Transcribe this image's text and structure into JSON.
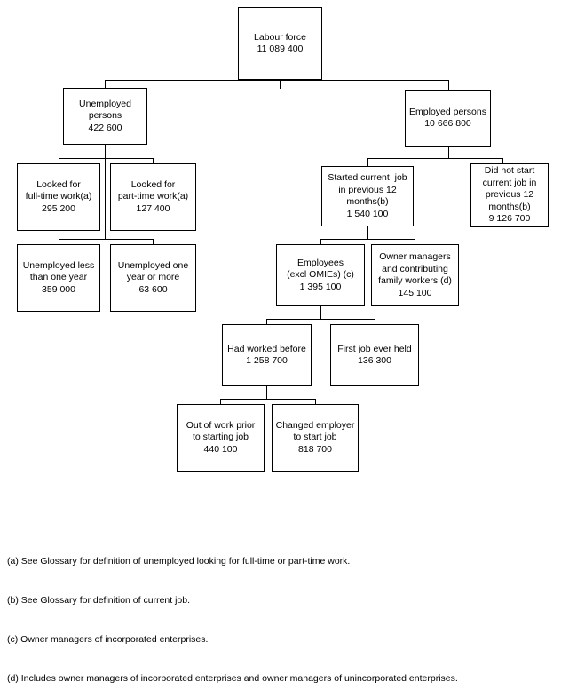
{
  "chart_data": {
    "type": "diagram",
    "title": "",
    "diagram_kind": "hierarchy-tree",
    "nodes": [
      {
        "id": "labour-force",
        "lines": [
          "Labour force",
          "11 089 400"
        ],
        "value": 11089400,
        "level": 0
      },
      {
        "id": "unemployed-persons",
        "lines": [
          "Unemployed",
          "persons",
          "422 600"
        ],
        "value": 422600,
        "level": 1
      },
      {
        "id": "employed-persons",
        "lines": [
          "Employed persons",
          "10 666 800"
        ],
        "value": 10666800,
        "level": 1
      },
      {
        "id": "looked-full-time",
        "lines": [
          "Looked for",
          "full-time work(a)",
          "295 200"
        ],
        "value": 295200,
        "level": 2
      },
      {
        "id": "looked-part-time",
        "lines": [
          "Looked for",
          "part-time work(a)",
          "127 400"
        ],
        "value": 127400,
        "level": 2
      },
      {
        "id": "unemployed-less-one-year",
        "lines": [
          "Unemployed less",
          "than one year",
          "359 000"
        ],
        "value": 359000,
        "level": 3
      },
      {
        "id": "unemployed-one-year-or-more",
        "lines": [
          "Unemployed one",
          "year or more",
          "63 600"
        ],
        "value": 63600,
        "level": 3
      },
      {
        "id": "started-current-job",
        "lines": [
          "Started current  job",
          "in previous 12",
          "months(b)",
          "1 540 100"
        ],
        "value": 1540100,
        "level": 2
      },
      {
        "id": "did-not-start-current-job",
        "lines": [
          "Did not start",
          "current job in",
          "previous 12",
          "months(b)",
          "9 126 700"
        ],
        "value": 9126700,
        "level": 2
      },
      {
        "id": "employees",
        "lines": [
          "Employees",
          "(excl OMIEs) (c)",
          "1 395 100"
        ],
        "value": 1395100,
        "level": 3
      },
      {
        "id": "owner-managers",
        "lines": [
          "Owner managers",
          "and contributing",
          "family workers (d)",
          "145 100"
        ],
        "value": 145100,
        "level": 3
      },
      {
        "id": "had-worked-before",
        "lines": [
          "Had worked before",
          "1 258 700"
        ],
        "value": 1258700,
        "level": 4
      },
      {
        "id": "first-job-ever-held",
        "lines": [
          "First job ever held",
          "136 300"
        ],
        "value": 136300,
        "level": 4
      },
      {
        "id": "out-of-work-prior",
        "lines": [
          "Out of work prior",
          "to starting job",
          "440 100"
        ],
        "value": 440100,
        "level": 5
      },
      {
        "id": "changed-employer",
        "lines": [
          "Changed employer",
          "to start job",
          "818 700"
        ],
        "value": 818700,
        "level": 5
      }
    ],
    "edges": [
      {
        "from": "labour-force",
        "to": "unemployed-persons"
      },
      {
        "from": "labour-force",
        "to": "employed-persons"
      },
      {
        "from": "unemployed-persons",
        "to": "looked-full-time"
      },
      {
        "from": "unemployed-persons",
        "to": "looked-part-time"
      },
      {
        "from": "unemployed-persons",
        "to": "unemployed-less-one-year"
      },
      {
        "from": "unemployed-persons",
        "to": "unemployed-one-year-or-more"
      },
      {
        "from": "employed-persons",
        "to": "started-current-job"
      },
      {
        "from": "employed-persons",
        "to": "did-not-start-current-job"
      },
      {
        "from": "started-current-job",
        "to": "employees"
      },
      {
        "from": "started-current-job",
        "to": "owner-managers"
      },
      {
        "from": "employees",
        "to": "had-worked-before"
      },
      {
        "from": "employees",
        "to": "first-job-ever-held"
      },
      {
        "from": "had-worked-before",
        "to": "out-of-work-prior"
      },
      {
        "from": "had-worked-before",
        "to": "changed-employer"
      }
    ],
    "line_color": "#000000",
    "box_fill": "#ffffff"
  },
  "boxes": {
    "labour_force": {
      "l1": "Labour force",
      "l2": "11 089 400"
    },
    "unemployed_persons": {
      "l1": "Unemployed",
      "l2": "persons",
      "l3": "422 600"
    },
    "employed_persons": {
      "l1": "Employed persons",
      "l2": "10 666 800"
    },
    "looked_full_time": {
      "l1": "Looked for",
      "l2": "full-time work(a)",
      "l3": "295 200"
    },
    "looked_part_time": {
      "l1": "Looked for",
      "l2": "part-time work(a)",
      "l3": "127 400"
    },
    "unemployed_less_one_year": {
      "l1": "Unemployed less",
      "l2": "than one year",
      "l3": "359 000"
    },
    "unemployed_one_year_or_more": {
      "l1": "Unemployed one",
      "l2": "year or more",
      "l3": "63 600"
    },
    "started_current_job": {
      "l1": "Started current  job",
      "l2": "in previous 12",
      "l3": "months(b)",
      "l4": "1 540 100"
    },
    "did_not_start_current_job": {
      "l1": "Did not start",
      "l2": "current job in",
      "l3": "previous 12",
      "l4": "months(b)",
      "l5": "9 126 700"
    },
    "employees": {
      "l1": "Employees",
      "l2": "(excl OMIEs) (c)",
      "l3": "1 395 100"
    },
    "owner_managers": {
      "l1": "Owner managers",
      "l2": "and contributing",
      "l3": "family workers (d)",
      "l4": "145 100"
    },
    "had_worked_before": {
      "l1": "Had worked before",
      "l2": "1 258 700"
    },
    "first_job_ever_held": {
      "l1": "First job ever held",
      "l2": "136 300"
    },
    "out_of_work_prior": {
      "l1": "Out of work prior",
      "l2": "to starting job",
      "l3": "440 100"
    },
    "changed_employer": {
      "l1": "Changed employer",
      "l2": "to start job",
      "l3": "818 700"
    }
  },
  "footnotes": {
    "a": "(a) See Glossary for definition of unemployed looking for full-time or part-time work.",
    "b": "(b) See Glossary for definition of current job.",
    "c": "(c) Owner managers of incorporated enterprises.",
    "d": "(d) Includes owner managers of incorporated enterprises and owner managers of unincorporated enterprises."
  }
}
